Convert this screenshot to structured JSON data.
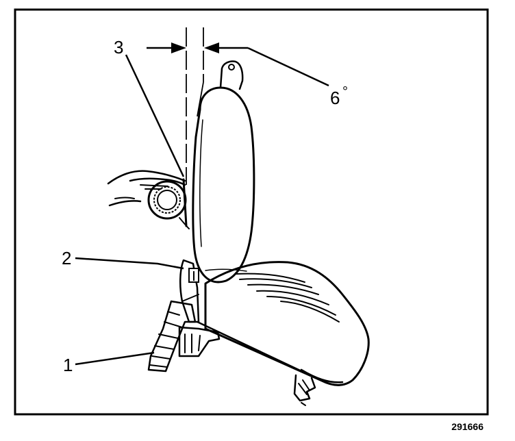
{
  "callouts": {
    "one": "1",
    "two": "2",
    "three": "3",
    "angle": "6",
    "angle_unit": "°"
  },
  "figure_number": "291666"
}
